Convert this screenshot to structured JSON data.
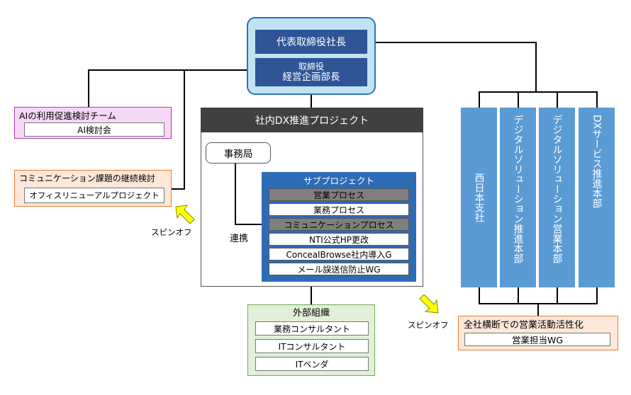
{
  "leadership": {
    "ceo": "代表取締役社長",
    "planning_line1": "取締役",
    "planning_line2": "経営企画部長"
  },
  "ai_team": {
    "title": "AIの利用促進検討チーム",
    "item": "AI検討会"
  },
  "communication_team": {
    "title": "コミュニケーション課題の継続検討",
    "item": "オフィスリニューアルプロジェクト"
  },
  "spinoff_label_left": "スピンオフ",
  "spinoff_label_right": "スピンオフ",
  "dx_project": {
    "title": "社内DX推進プロジェクト",
    "office": "事務局",
    "link_label": "連携",
    "subproject": {
      "title": "サブプロジェクト",
      "items": [
        "営業プロセス",
        "業務プロセス",
        "コミュニケーションプロセス",
        "NTI公式HP更改",
        "ConcealBrowse社内導入G",
        "メール誤送信防止WG"
      ]
    }
  },
  "external": {
    "title": "外部組織",
    "items": [
      "業務コンサルタント",
      "ITコンサルタント",
      "ITベンダ"
    ]
  },
  "divisions": [
    "西日本支社",
    "デジタルソリューション推進本部",
    "デジタルソリューション営業本部",
    "DXサービス推進本部"
  ],
  "sales": {
    "title": "全社横断での営業活動活性化",
    "item": "営業担当WG"
  },
  "colors": {
    "dark_blue": "#2f5597",
    "light_blue": "#bfe3f3",
    "column_blue": "#5b9bd5",
    "sub_blue": "#2e6bb5",
    "dx_header": "#404040",
    "ai_pink": "#f6d7f6",
    "orange_bg": "#fde7d9",
    "green_bg": "#e2efda",
    "arrow_yellow": "#ffff00"
  }
}
